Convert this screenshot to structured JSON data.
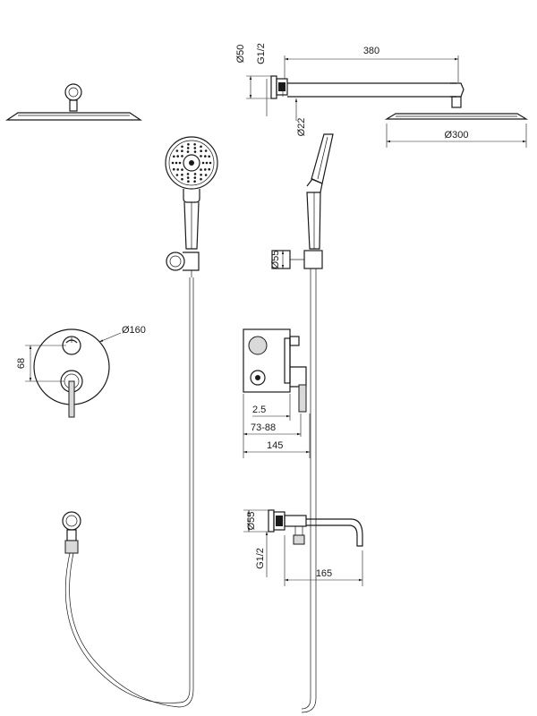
{
  "dimensions": {
    "arm_diameter": "Ø50",
    "arm_thread": "G1/2",
    "arm_length": "380",
    "arm_tube_diameter": "Ø22",
    "head_diameter": "Ø300",
    "bracket_diameter": "Ø55",
    "plate_diameter": "Ø160",
    "plate_offset": "68",
    "box_gap": "2.5",
    "box_depth_range": "73-88",
    "box_total_depth": "145",
    "spout_diameter": "Ø55",
    "spout_thread": "G1/2",
    "spout_length": "165"
  }
}
